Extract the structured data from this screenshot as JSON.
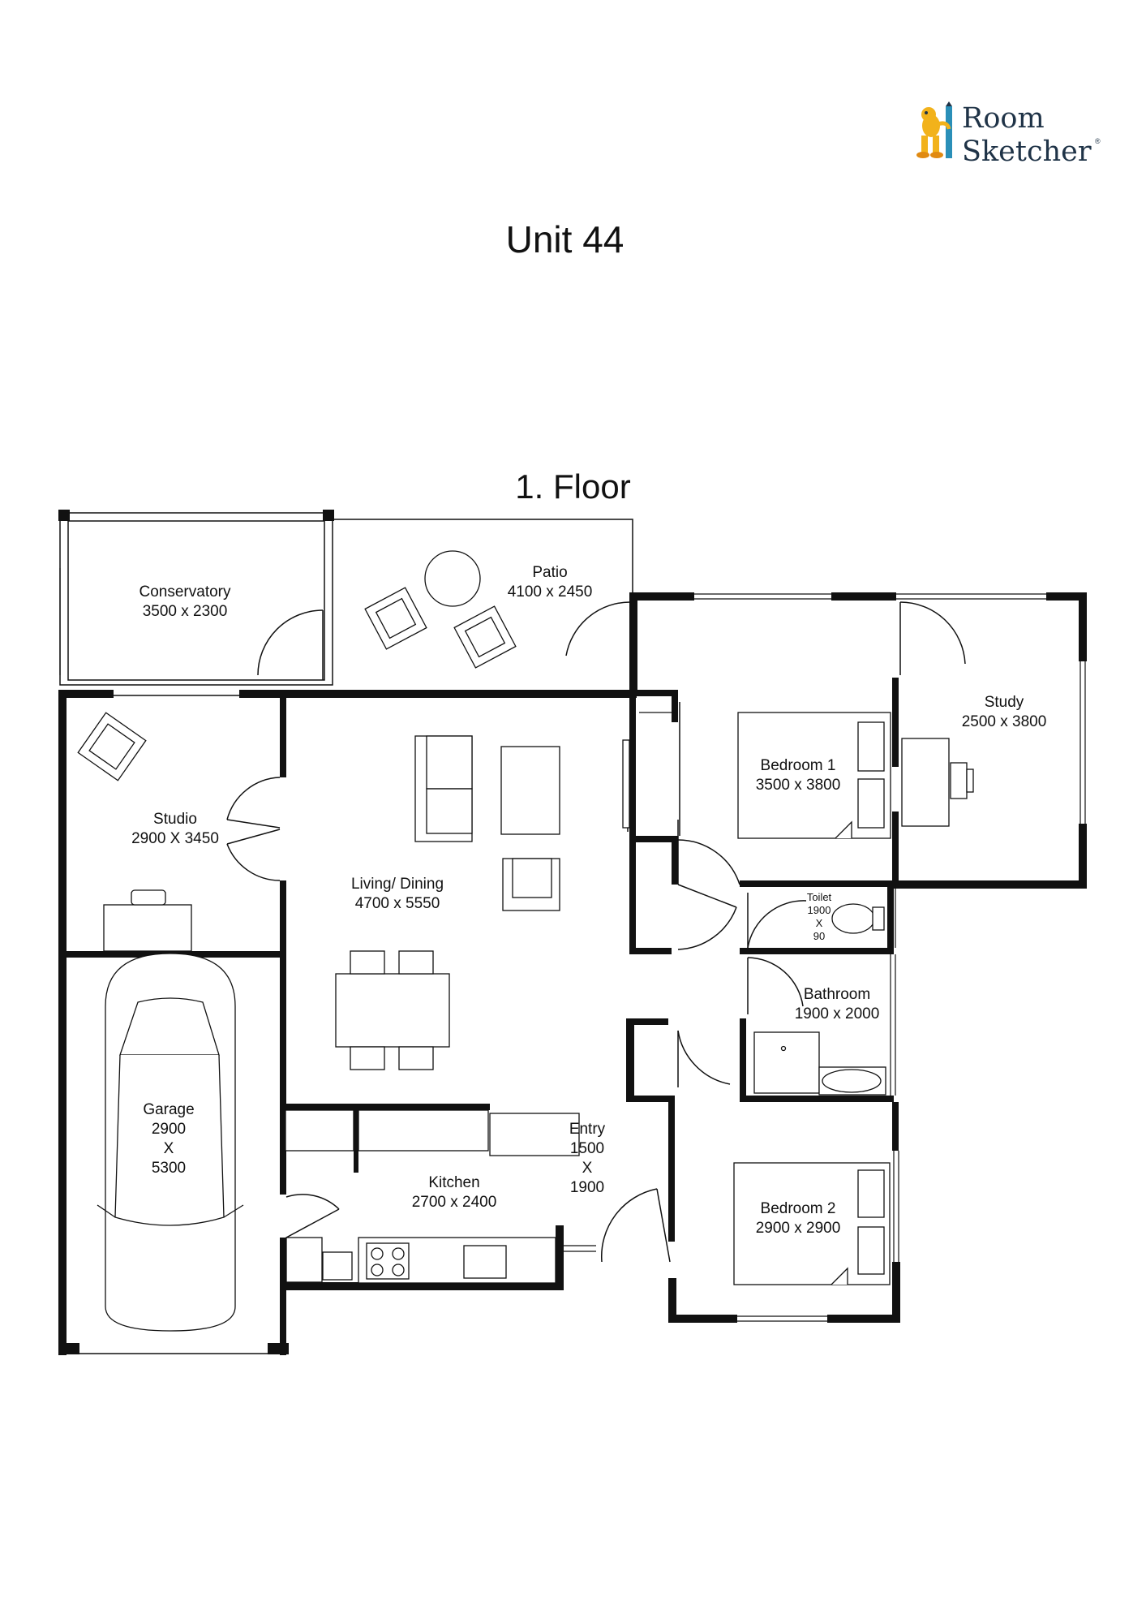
{
  "logo": {
    "line1": "Room",
    "line2": "Sketcher",
    "reg": "®"
  },
  "title": "Unit 44",
  "floor": "1. Floor",
  "rooms": {
    "conservatory": {
      "name": "Conservatory",
      "size": "3500 x 2300"
    },
    "patio": {
      "name": "Patio",
      "size": "4100 x 2450"
    },
    "studio": {
      "name": "Studio",
      "size": "2900 X 3450"
    },
    "living": {
      "name": "Living/ Dining",
      "size": "4700 x 5550"
    },
    "bedroom1": {
      "name": "Bedroom 1",
      "size": "3500 x 3800"
    },
    "study": {
      "name": "Study",
      "size": "2500 x 3800"
    },
    "toilet": {
      "name": "Toilet",
      "w": "1900",
      "x": "X",
      "h": "90"
    },
    "bathroom": {
      "name": "Bathroom",
      "size": "1900 x 2000"
    },
    "garage": {
      "name": "Garage",
      "w": "2900",
      "x": "X",
      "h": "5300"
    },
    "kitchen": {
      "name": "Kitchen",
      "size": "2700 x 2400"
    },
    "entry": {
      "name": "Entry",
      "w": "1500",
      "x": "X",
      "h": "1900"
    },
    "bedroom2": {
      "name": "Bedroom 2",
      "size": "2900 x 2900"
    }
  }
}
